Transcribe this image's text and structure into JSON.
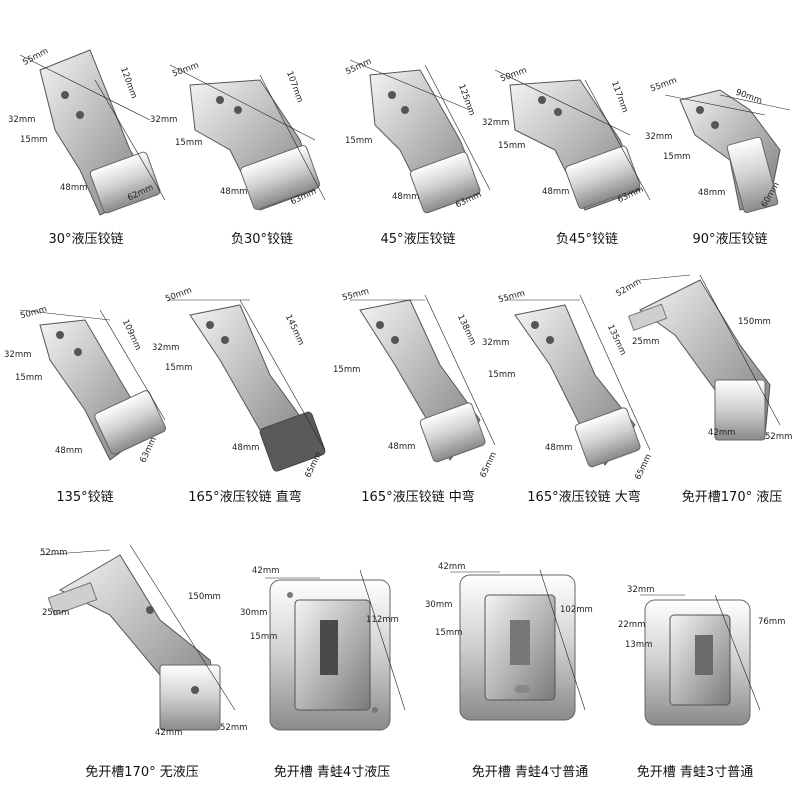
{
  "colors": {
    "metal_light": "#e8e8e8",
    "metal_mid": "#b9b9b9",
    "metal_dark": "#6d6d6d",
    "line": "#222222"
  },
  "items": [
    {
      "caption": "30°液压铰链",
      "dims": [
        "55mm",
        "120mm",
        "32mm",
        "15mm",
        "48mm",
        "62mm"
      ]
    },
    {
      "caption": "负30°铰链",
      "dims": [
        "50mm",
        "107mm",
        "32mm",
        "15mm",
        "48mm",
        "63mm"
      ]
    },
    {
      "caption": "45°液压铰链",
      "dims": [
        "55mm",
        "125mm",
        "15mm",
        "48mm",
        "63mm"
      ]
    },
    {
      "caption": "负45°铰链",
      "dims": [
        "50mm",
        "117mm",
        "32mm",
        "15mm",
        "48mm",
        "63mm"
      ]
    },
    {
      "caption": "90°液压铰链",
      "dims": [
        "55mm",
        "90mm",
        "32mm",
        "15mm",
        "48mm",
        "60mm"
      ]
    },
    {
      "caption": "135°铰链",
      "dims": [
        "50mm",
        "109mm",
        "32mm",
        "15mm",
        "48mm",
        "63mm"
      ]
    },
    {
      "caption": "165°液压铰链 直弯",
      "dims": [
        "50mm",
        "145mm",
        "32mm",
        "15mm",
        "48mm",
        "65mm"
      ]
    },
    {
      "caption": "165°液压铰链 中弯",
      "dims": [
        "55mm",
        "138mm",
        "15mm",
        "48mm",
        "65mm"
      ]
    },
    {
      "caption": "165°液压铰链 大弯",
      "dims": [
        "55mm",
        "135mm",
        "32mm",
        "15mm",
        "48mm",
        "65mm"
      ]
    },
    {
      "caption": "免开槽170° 液压",
      "dims": [
        "52mm",
        "150mm",
        "25mm",
        "42mm",
        "52mm"
      ]
    },
    {
      "caption": "免开槽170° 无液压",
      "dims": [
        "52mm",
        "150mm",
        "25mm",
        "42mm",
        "52mm"
      ]
    },
    {
      "caption": "免开槽 青蛙4寸液压",
      "dims": [
        "42mm",
        "30mm",
        "112mm",
        "15mm"
      ]
    },
    {
      "caption": "免开槽 青蛙4寸普通",
      "dims": [
        "42mm",
        "30mm",
        "102mm",
        "15mm"
      ]
    },
    {
      "caption": "免开槽 青蛙3寸普通",
      "dims": [
        "32mm",
        "22mm",
        "76mm",
        "13mm"
      ]
    }
  ]
}
